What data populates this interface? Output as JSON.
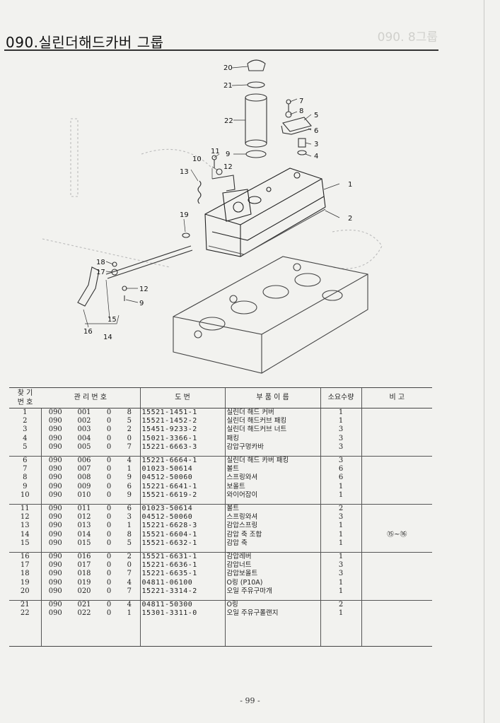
{
  "title": "090.실린더해드카버 그룹",
  "ghost_text": "090. 8그룹",
  "callouts": [
    "20",
    "21",
    "22",
    "11",
    "10",
    "12",
    "13",
    "9",
    "7",
    "8",
    "5",
    "6",
    "3",
    "4",
    "1",
    "2",
    "19",
    "18",
    "17",
    "12",
    "9",
    "16",
    "15",
    "14"
  ],
  "headers": {
    "no": "찾 기\n번 호",
    "mgmt": "관 리 번 호",
    "drawing": "도 번",
    "name": "부 품 이 름",
    "qty": "소요수량",
    "remark": "비 고"
  },
  "groups": [
    [
      {
        "no": "1",
        "a": "090",
        "b": "001",
        "c": "0",
        "d": "8",
        "pn": "15521-1451-1",
        "name": "실린더 해드 커버",
        "qty": "1",
        "remark": ""
      },
      {
        "no": "2",
        "a": "090",
        "b": "002",
        "c": "0",
        "d": "5",
        "pn": "15521-1452-2",
        "name": "실린더 해드커브 패킹",
        "qty": "1",
        "remark": ""
      },
      {
        "no": "3",
        "a": "090",
        "b": "003",
        "c": "0",
        "d": "2",
        "pn": "15451-9233-2",
        "name": "실린더 해드커브 너트",
        "qty": "3",
        "remark": ""
      },
      {
        "no": "4",
        "a": "090",
        "b": "004",
        "c": "0",
        "d": "0",
        "pn": "15021-3366-1",
        "name": "패킹",
        "qty": "3",
        "remark": ""
      },
      {
        "no": "5",
        "a": "090",
        "b": "005",
        "c": "0",
        "d": "7",
        "pn": "15221-6663-3",
        "name": "감압구멍카바",
        "qty": "3",
        "remark": ""
      }
    ],
    [
      {
        "no": "6",
        "a": "090",
        "b": "006",
        "c": "0",
        "d": "4",
        "pn": "15221-6664-1",
        "name": "실린더 해드 카버 패킹",
        "qty": "3",
        "remark": ""
      },
      {
        "no": "7",
        "a": "090",
        "b": "007",
        "c": "0",
        "d": "1",
        "pn": "01023-50614",
        "name": "볼트",
        "qty": "6",
        "remark": ""
      },
      {
        "no": "8",
        "a": "090",
        "b": "008",
        "c": "0",
        "d": "9",
        "pn": "04512-50060",
        "name": "스프링와셔",
        "qty": "6",
        "remark": ""
      },
      {
        "no": "9",
        "a": "090",
        "b": "009",
        "c": "0",
        "d": "6",
        "pn": "15221-6641-1",
        "name": "보올트",
        "qty": "1",
        "remark": ""
      },
      {
        "no": "10",
        "a": "090",
        "b": "010",
        "c": "0",
        "d": "9",
        "pn": "15521-6619-2",
        "name": "와이어잡이",
        "qty": "1",
        "remark": ""
      }
    ],
    [
      {
        "no": "11",
        "a": "090",
        "b": "011",
        "c": "0",
        "d": "6",
        "pn": "01023-50614",
        "name": "볼트",
        "qty": "2",
        "remark": ""
      },
      {
        "no": "12",
        "a": "090",
        "b": "012",
        "c": "0",
        "d": "3",
        "pn": "04512-50060",
        "name": "스프링와셔",
        "qty": "3",
        "remark": ""
      },
      {
        "no": "13",
        "a": "090",
        "b": "013",
        "c": "0",
        "d": "1",
        "pn": "15221-6628-3",
        "name": "감압스프링",
        "qty": "1",
        "remark": ""
      },
      {
        "no": "14",
        "a": "090",
        "b": "014",
        "c": "0",
        "d": "8",
        "pn": "15521-6604-1",
        "name": "감압 축 조합",
        "qty": "1",
        "remark": "⑮~⑯"
      },
      {
        "no": "15",
        "a": "090",
        "b": "015",
        "c": "0",
        "d": "5",
        "pn": "15521-6632-1",
        "name": "감압 축",
        "qty": "1",
        "remark": ""
      }
    ],
    [
      {
        "no": "16",
        "a": "090",
        "b": "016",
        "c": "0",
        "d": "2",
        "pn": "15521-6631-1",
        "name": "감압레버",
        "qty": "1",
        "remark": ""
      },
      {
        "no": "17",
        "a": "090",
        "b": "017",
        "c": "0",
        "d": "0",
        "pn": "15221-6636-1",
        "name": "감압너트",
        "qty": "3",
        "remark": ""
      },
      {
        "no": "18",
        "a": "090",
        "b": "018",
        "c": "0",
        "d": "7",
        "pn": "15221-6635-1",
        "name": "감압보올트",
        "qty": "3",
        "remark": ""
      },
      {
        "no": "19",
        "a": "090",
        "b": "019",
        "c": "0",
        "d": "4",
        "pn": "04811-06100",
        "name": "O링 (P10A)",
        "qty": "1",
        "remark": ""
      },
      {
        "no": "20",
        "a": "090",
        "b": "020",
        "c": "0",
        "d": "7",
        "pn": "15221-3314-2",
        "name": "오일 주유구마개",
        "qty": "1",
        "remark": ""
      }
    ],
    [
      {
        "no": "21",
        "a": "090",
        "b": "021",
        "c": "0",
        "d": "4",
        "pn": "04811-50300",
        "name": "O링",
        "qty": "2",
        "remark": ""
      },
      {
        "no": "22",
        "a": "090",
        "b": "022",
        "c": "0",
        "d": "1",
        "pn": "15301-3311-0",
        "name": "오일 주유구폴랜지",
        "qty": "1",
        "remark": ""
      }
    ]
  ],
  "page_number": "- 99 -"
}
